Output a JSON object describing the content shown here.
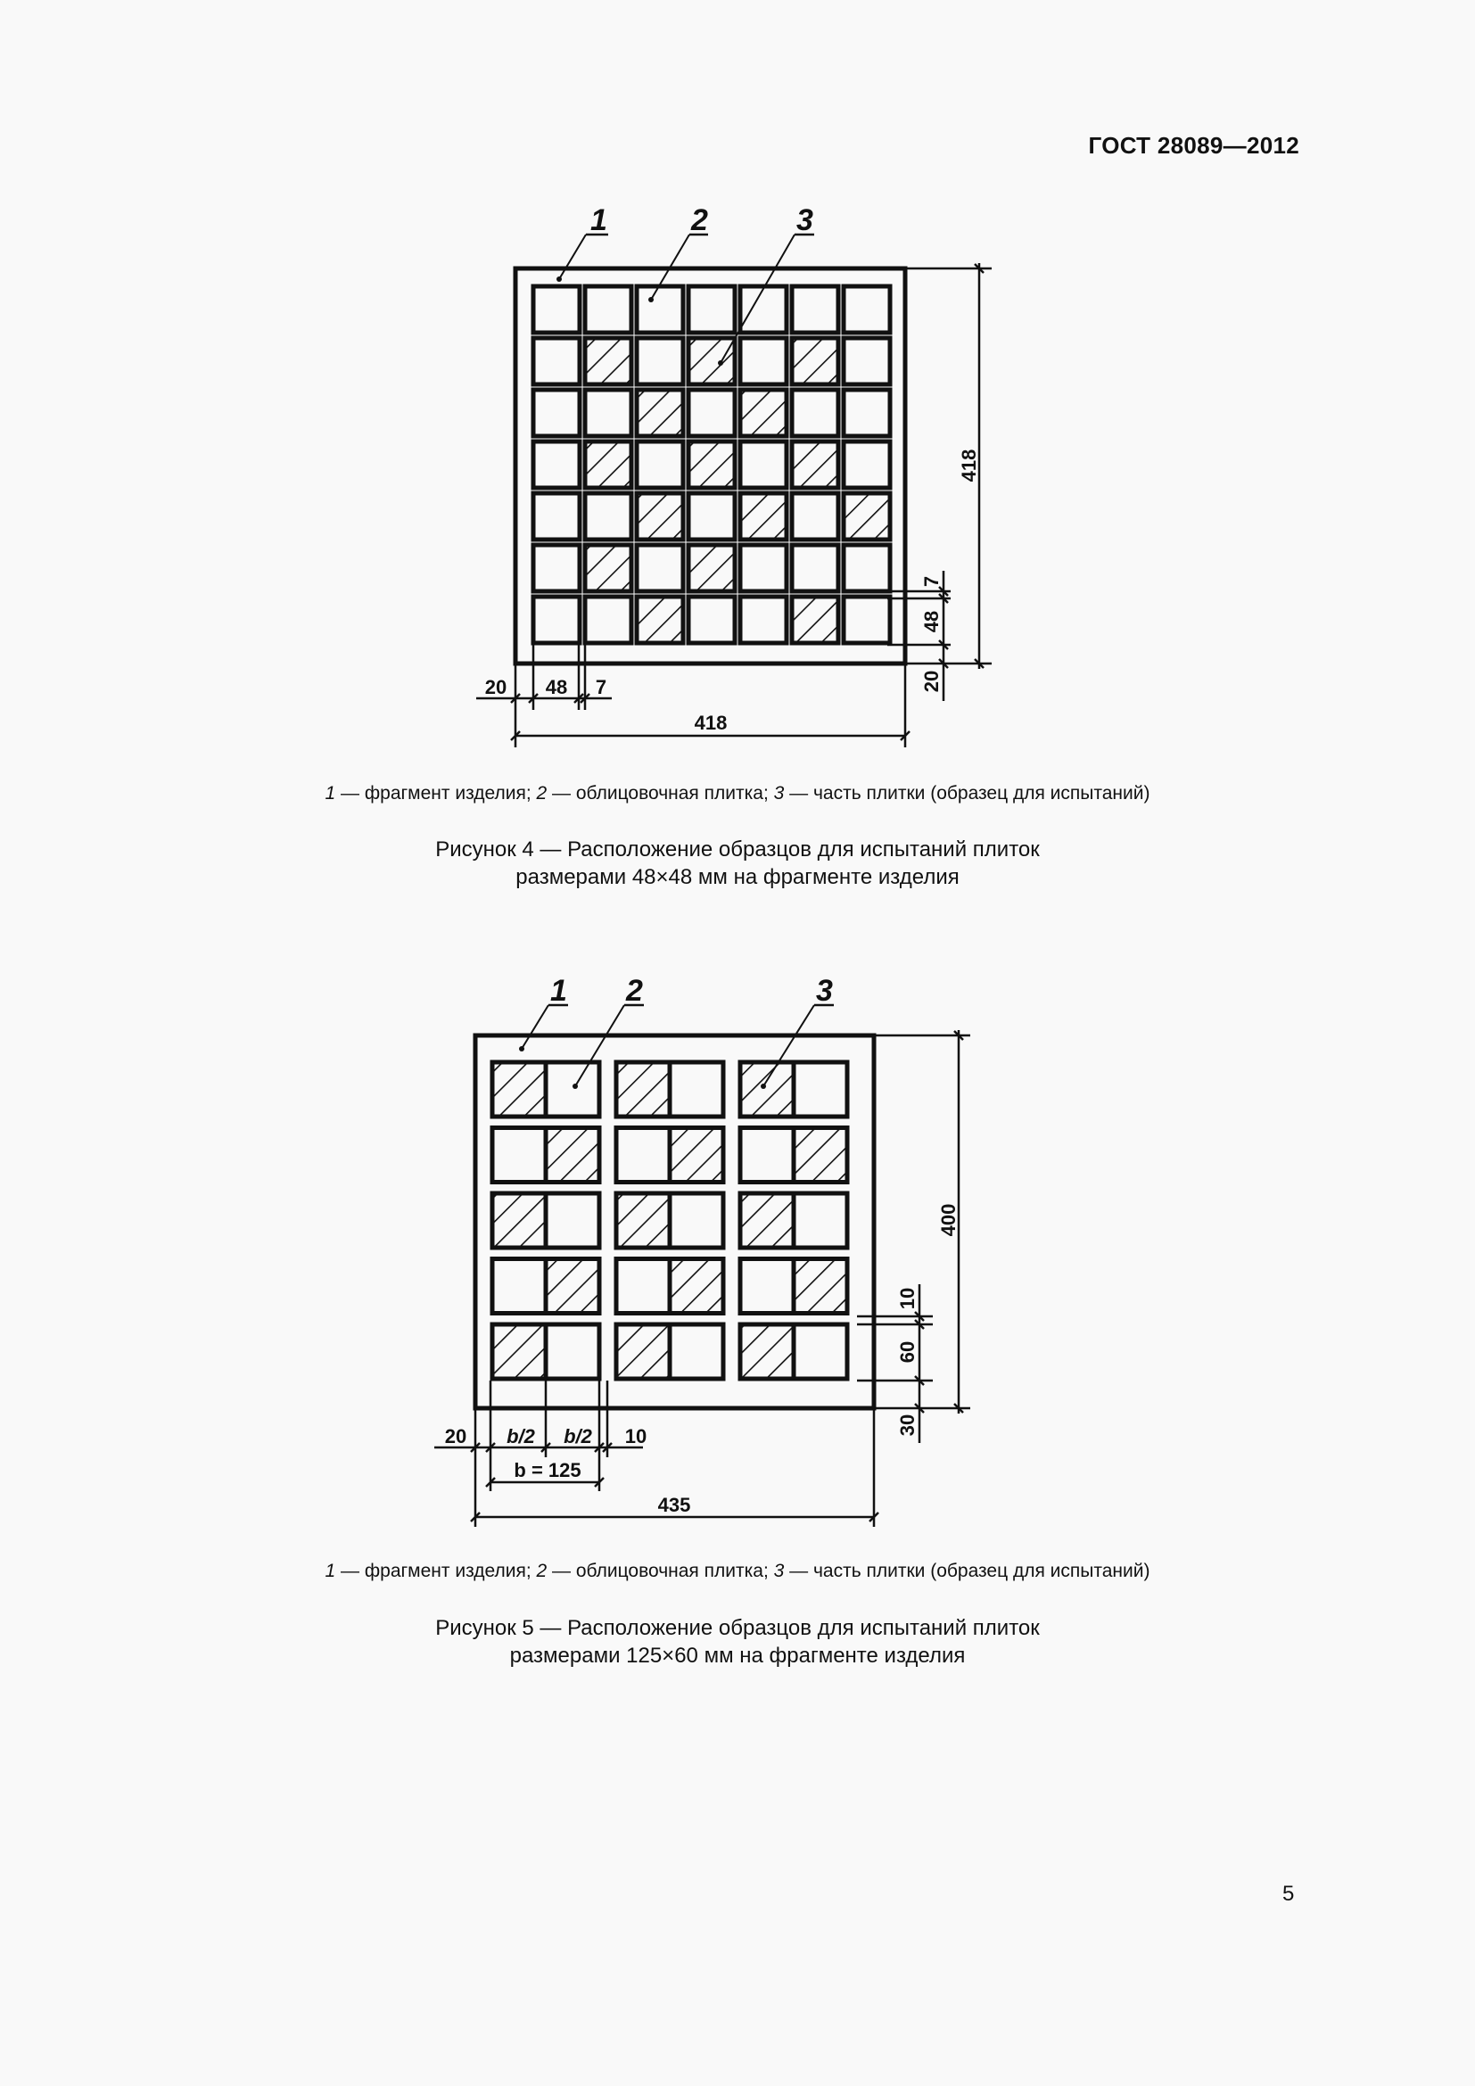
{
  "header": {
    "doc_number": "ГОСТ 28089—2012"
  },
  "figure4": {
    "callouts": [
      "1",
      "2",
      "3"
    ],
    "grid": {
      "rows": 7,
      "cols": 7,
      "hatched": [
        [],
        [
          1,
          3,
          5
        ],
        [
          2,
          4
        ],
        [
          1,
          3,
          5
        ],
        [
          2,
          4,
          6
        ],
        [
          1,
          3
        ],
        [
          2,
          5
        ]
      ]
    },
    "dimensions": {
      "margin": "20",
      "tile": "48",
      "gap": "7",
      "overall_width": "418",
      "overall_height": "418",
      "right_gap": "7",
      "right_tile": "48",
      "right_margin": "20"
    },
    "legend": [
      {
        "num": "1",
        "text": " — фрагмент изделия; "
      },
      {
        "num": "2",
        "text": " — облицовочная плитка; "
      },
      {
        "num": "3",
        "text": " — часть плитки (образец для испытаний)"
      }
    ],
    "caption_line1": "Рисунок 4 — Расположение образцов для испытаний плиток",
    "caption_line2": "размерами 48×48 мм на фрагменте изделия"
  },
  "figure5": {
    "callouts": [
      "1",
      "2",
      "3"
    ],
    "grid": {
      "rows": 5,
      "cols": 3,
      "hatched_half": [
        "left",
        "right",
        "left",
        "right",
        "left"
      ]
    },
    "dimensions": {
      "margin": "20",
      "half_b_1": "b/2",
      "half_b_2": "b/2",
      "gap": "10",
      "b_value": "b = 125",
      "overall_width": "435",
      "overall_height": "400",
      "right_gap": "10",
      "right_tile": "60",
      "right_margin": "30"
    },
    "legend": [
      {
        "num": "1",
        "text": " — фрагмент изделия; "
      },
      {
        "num": "2",
        "text": " — облицовочная плитка; "
      },
      {
        "num": "3",
        "text": " — часть плитки (образец для испытаний)"
      }
    ],
    "caption_line1": "Рисунок 5 — Расположение образцов для испытаний плиток",
    "caption_line2": "размерами 125×60 мм на фрагменте изделия"
  },
  "footer": {
    "page_number": "5"
  }
}
